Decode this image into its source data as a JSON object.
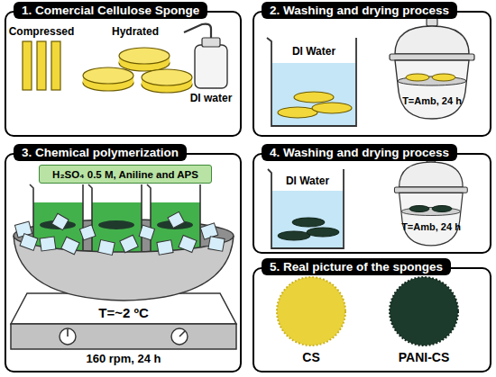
{
  "diagram": {
    "nodes": [
      {
        "text": [
          "1. Comercial Cellulose Sponge"
        ]
      },
      {
        "text": [
          "2. Washing and drying process"
        ]
      },
      {
        "text": [
          "3. Chemical polymerization"
        ]
      },
      {
        "text": [
          "H₂SO₄ 0.5 M, Aniline and APS"
        ],
        "in": 2
      },
      {
        "text": [
          "4. Washing and drying process"
        ]
      },
      {
        "text": [
          "5. Real picture of the sponges"
        ]
      }
    ],
    "labels": [
      "Compressed",
      "Hydrated",
      "DI water",
      "DI Water",
      "T=Amb, 24 h",
      "T=~2 ºC",
      "160 rpm, 24 h",
      "DI Water",
      "T=Amb, 24 h",
      "CS",
      "PANI-CS"
    ]
  }
}
